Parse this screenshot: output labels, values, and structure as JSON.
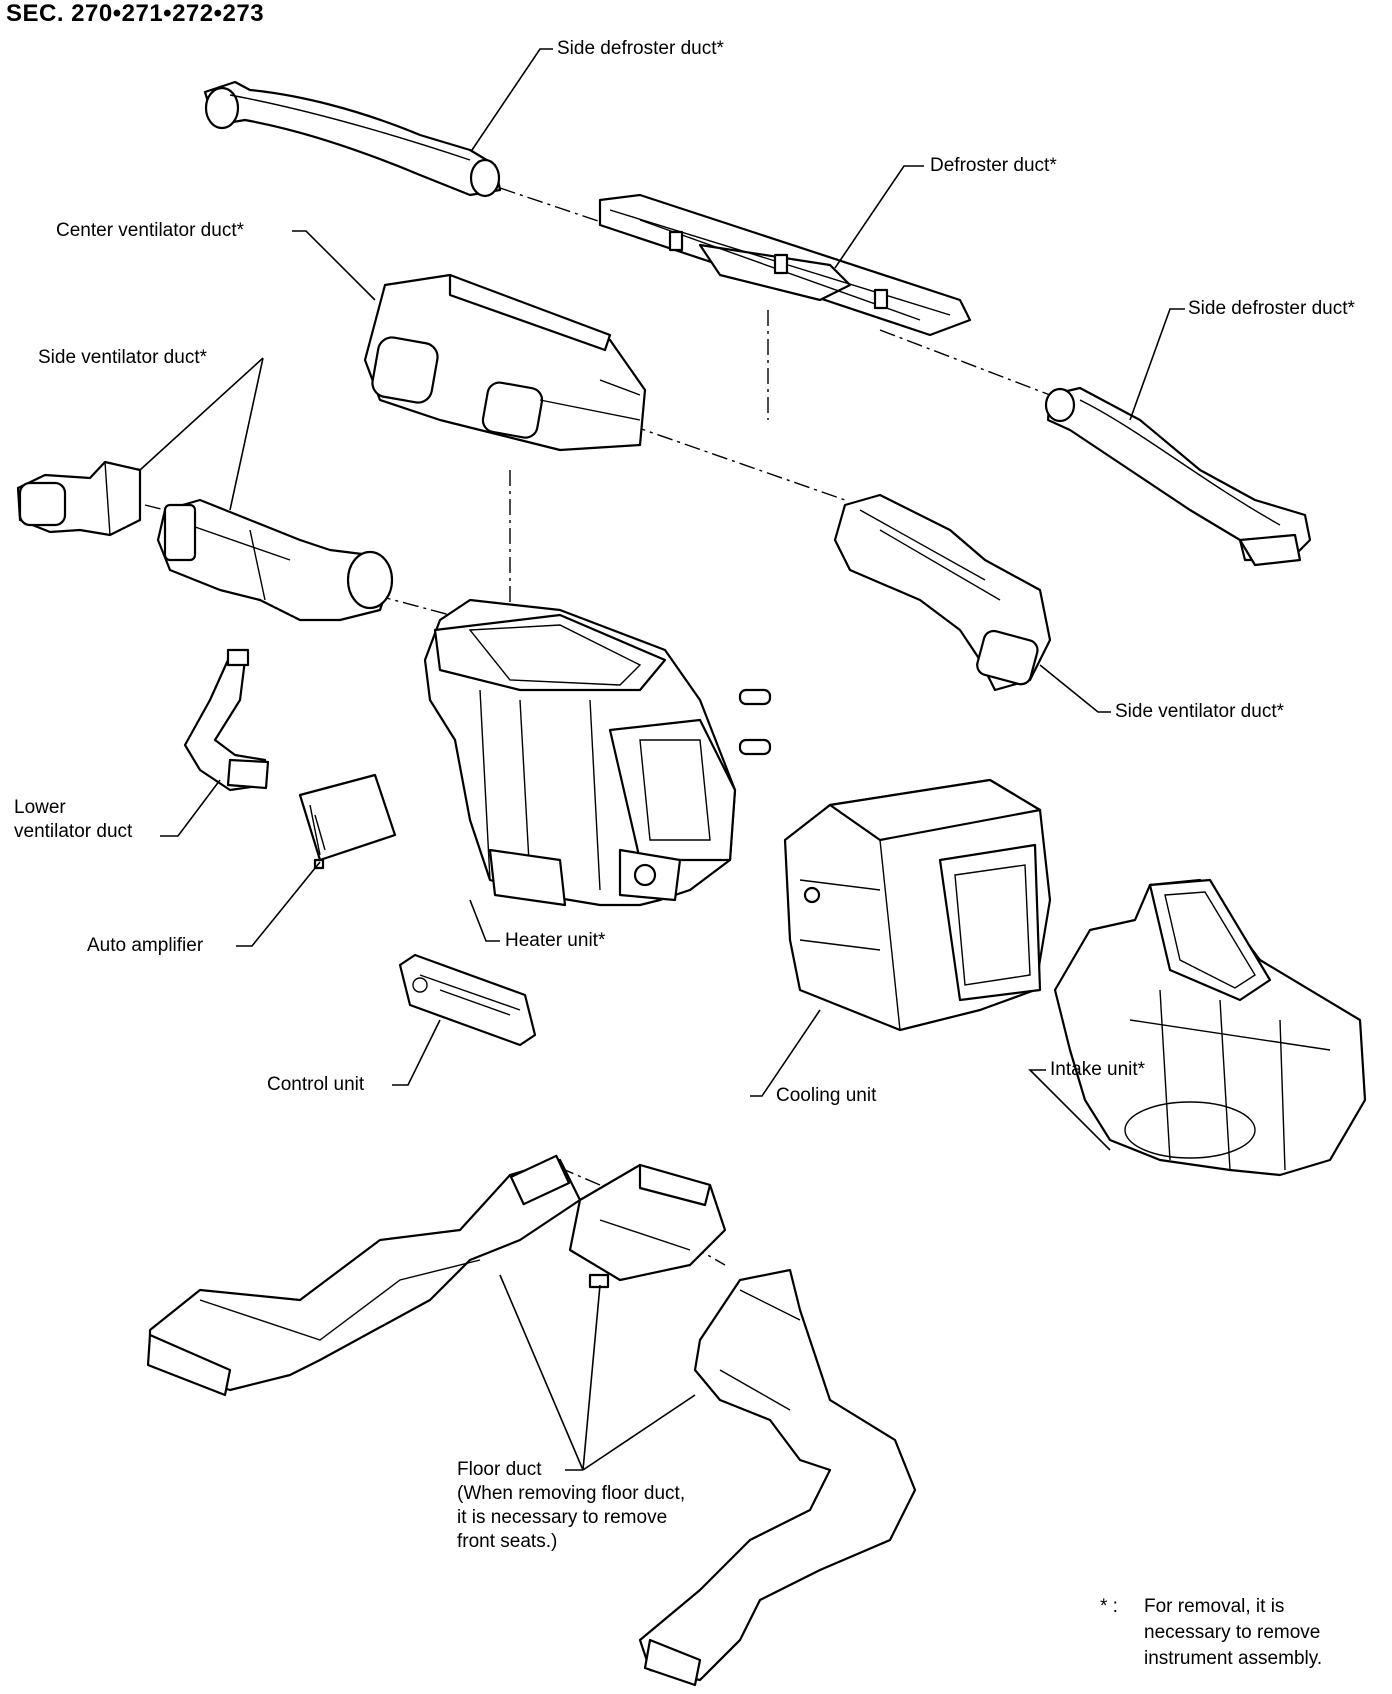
{
  "section_title": "SEC. 270•271•272•273",
  "labels": {
    "side_defroster_duct_left": "Side defroster duct*",
    "defroster_duct": "Defroster duct*",
    "center_ventilator_duct": "Center ventilator duct*",
    "side_defroster_duct_right": "Side defroster duct*",
    "side_ventilator_duct_left": "Side ventilator duct*",
    "side_ventilator_duct_right": "Side ventilator duct*",
    "lower_ventilator_duct": [
      "Lower",
      "ventilator duct"
    ],
    "auto_amplifier": "Auto amplifier",
    "heater_unit": "Heater unit*",
    "control_unit": "Control unit",
    "cooling_unit": "Cooling unit",
    "intake_unit": "Intake unit*",
    "floor_duct": [
      "Floor duct",
      "(When removing floor duct,",
      "it is necessary to remove",
      "front seats.)"
    ]
  },
  "footnote": {
    "marker": "* :",
    "lines": [
      "For removal, it is",
      "necessary to remove",
      "instrument assembly."
    ]
  }
}
